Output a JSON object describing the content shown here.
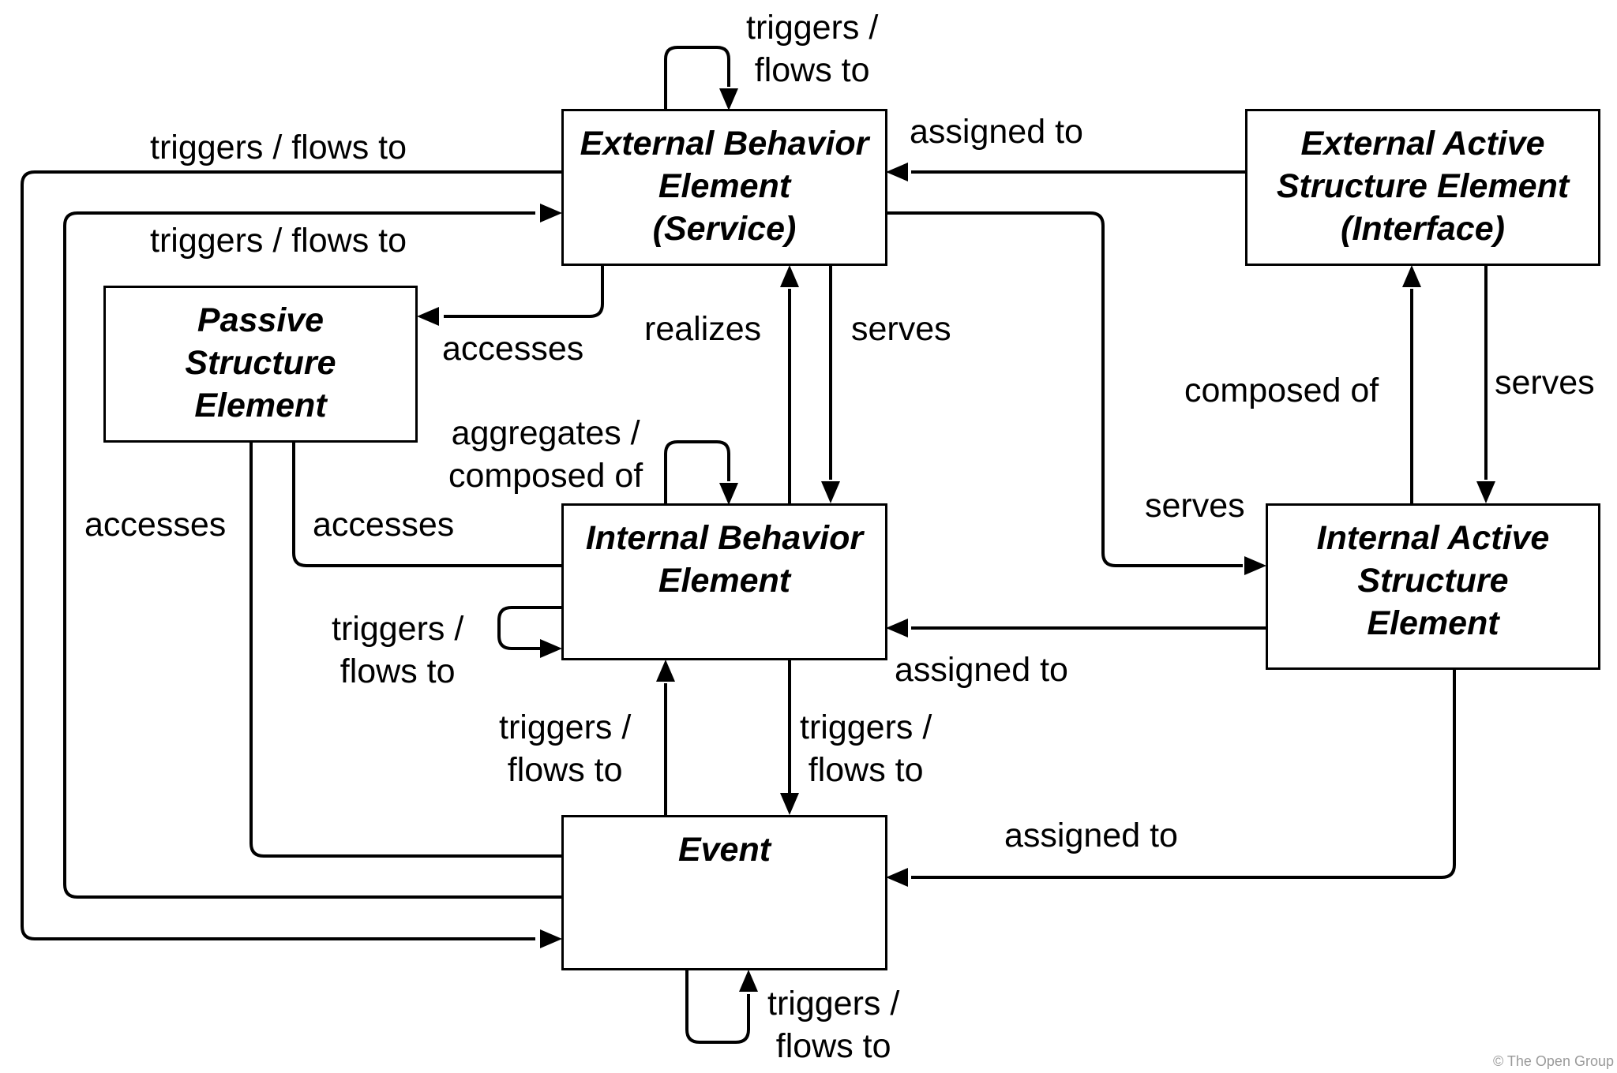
{
  "nodes": {
    "external_behavior": "External Behavior\nElement\n(Service)",
    "external_active": "External Active\nStructure Element\n(Interface)",
    "passive": "Passive\nStructure\nElement",
    "internal_behavior": "Internal Behavior\nElement",
    "internal_active": "Internal Active\nStructure\nElement",
    "event": "Event"
  },
  "labels": {
    "eb_self": "triggers /\nflows to",
    "ev_to_eb_1": "triggers / flows to",
    "ev_to_eb_2": "triggers / flows to",
    "eb_accesses": "accesses",
    "eaa_assigned": "assigned to",
    "realizes": "realizes",
    "serves_eb_ib": "serves",
    "composed_of": "composed of",
    "serves_ea_ia": "serves",
    "serves_eb_ia": "serves",
    "aggregates": "aggregates /\ncomposed of",
    "ev_accesses": "accesses",
    "ib_accesses": "accesses",
    "ib_self": "triggers /\nflows to",
    "ia_assigned_ib": "assigned to",
    "ev_triggers_ib": "triggers /\nflows to",
    "ib_triggers_ev": "triggers /\nflows to",
    "ia_assigned_ev": "assigned to",
    "ev_self": "triggers /\nflows to"
  },
  "credit": "© The Open Group"
}
